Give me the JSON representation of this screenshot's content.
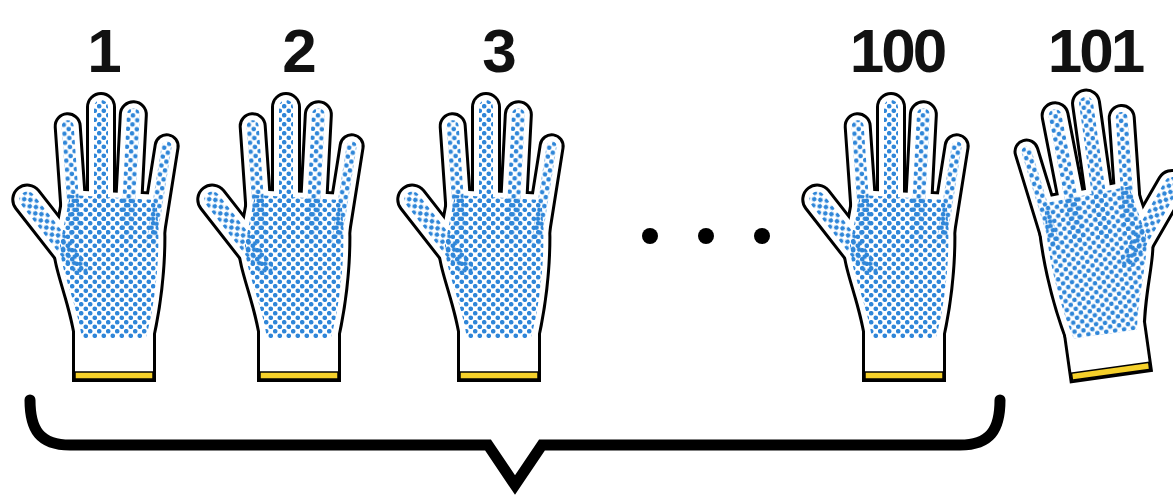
{
  "diagram": {
    "labels": [
      "1",
      "2",
      "3",
      "100",
      "101"
    ]
  }
}
